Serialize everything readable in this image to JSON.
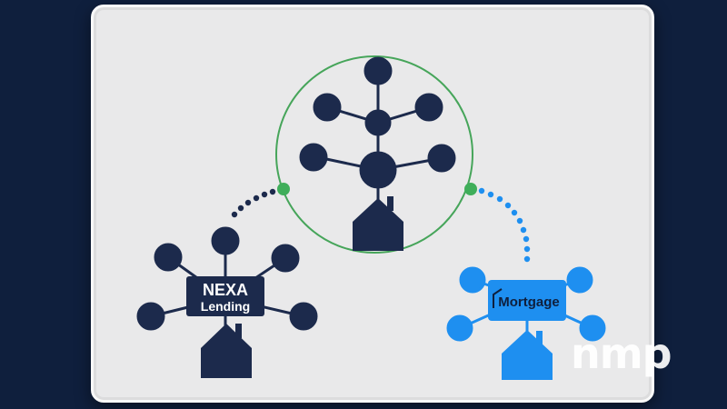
{
  "colors": {
    "background": "#0f1f3d",
    "board": "#e9e9ea",
    "navy": "#1c2a4c",
    "blue": "#1e8ff0",
    "green": "#3fae5a",
    "circle_outline": "#46a55a"
  },
  "hubs": {
    "left": {
      "logo_line1": "NEXA",
      "logo_line2": "Lending"
    },
    "right": {
      "logo_text": "Mortgage"
    }
  },
  "watermark": {
    "text": "nmp"
  }
}
